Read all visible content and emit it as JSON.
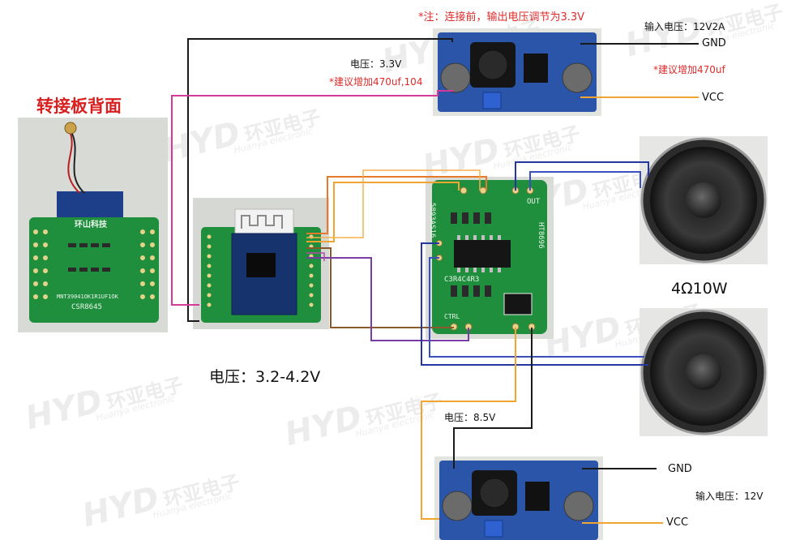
{
  "labels": {
    "board_back_title": "转接板背面",
    "bt_voltage": "电压：3.2-4.2V",
    "top_note": "*注：连接前，输出电压调节为3.3V",
    "top_out_voltage": "电压：3.3V",
    "top_suggest_left": "*建议增加470uf,104",
    "top_input": "输入电压：12V2A",
    "top_gnd": "GND",
    "top_suggest_right": "*建议增加470uf",
    "top_vcc": "VCC",
    "speaker_spec": "4Ω10W",
    "bottom_out_voltage": "电压：8.5V",
    "bottom_gnd": "GND",
    "bottom_input": "输入电压：12V",
    "bottom_vcc": "VCC"
  },
  "board_text": {
    "adapter_brand": "环山科技",
    "adapter_model": "CSR8645",
    "adapter_code": "MNT39041OK1R1UF1OK",
    "amp_code": "5893AS16",
    "amp_chip": "HT8696",
    "amp_out": "OUT",
    "amp_parts": "C3R4C4R3",
    "amp_ctrl": "CTRL"
  },
  "watermark": {
    "logo": "HYD",
    "cn": "环亚电子",
    "en": "Huanya electronic"
  },
  "colors": {
    "wire_black": "#1a1a1a",
    "wire_magenta": "#d43a9a",
    "wire_orange": "#f0a432",
    "wire_brown": "#8a5a2b",
    "wire_purple": "#7a3da8",
    "wire_blue": "#2436a0",
    "pcb_green": "#1c8a3c",
    "note_red": "#e02a2a"
  }
}
